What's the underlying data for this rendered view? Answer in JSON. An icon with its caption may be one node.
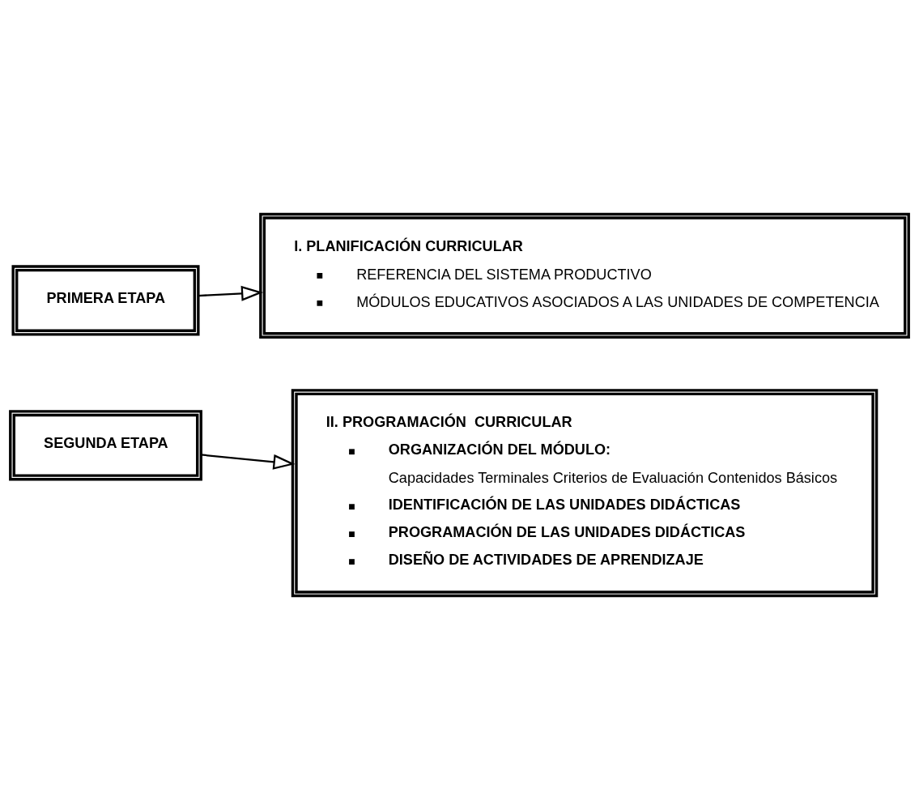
{
  "diagram": {
    "nodes": [
      {
        "text": [
          "PRIMERA ETAPA"
        ]
      },
      {
        "text": [
          "I. PLANIFICACIÓN CURRICULAR",
          "REFERENCIA DEL SISTEMA PRODUCTIVO",
          "MÓDULOS EDUCATIVOS ASOCIADOS A LAS UNIDADES DE COMPETENCIA"
        ]
      },
      {
        "text": [
          "SEGUNDA ETAPA"
        ]
      },
      {
        "text": [
          "II. PROGRAMACIÓN  CURRICULAR",
          "ORGANIZACIÓN DEL MÓDULO:",
          "Capacidades Terminales Criterios de Evaluación Contenidos Básicos",
          "IDENTIFICACIÓN DE LAS UNIDADES DIDÁCTICAS",
          "PROGRAMACIÓN DE LAS UNIDADES DIDÁCTICAS",
          "DISEÑO DE ACTIVIDADES DE APRENDIZAJE"
        ]
      }
    ],
    "edges": [
      {
        "from": 0,
        "to": 1,
        "arrow": "to"
      },
      {
        "from": 2,
        "to": 3,
        "arrow": "to"
      }
    ]
  }
}
